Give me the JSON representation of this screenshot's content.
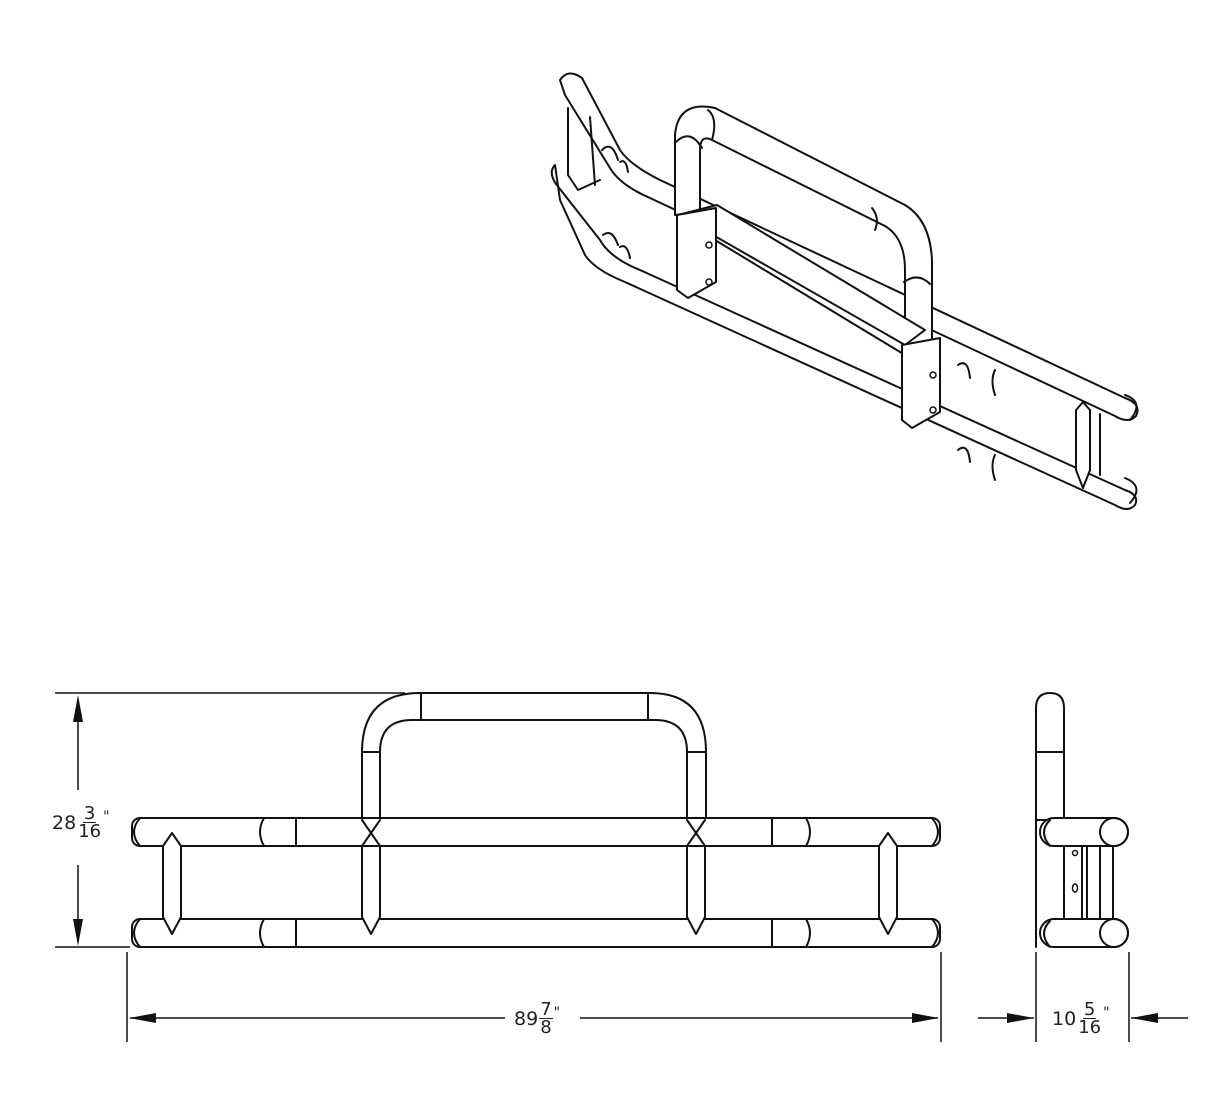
{
  "drawing": {
    "subject": "Truck front grille guard (deer guard) bumper",
    "views": [
      {
        "name": "isometric-view",
        "label": ""
      },
      {
        "name": "front-view",
        "label": ""
      },
      {
        "name": "side-view",
        "label": ""
      }
    ],
    "line_color": "#111111",
    "background": "#ffffff"
  },
  "dimensions": {
    "height": {
      "whole": "28",
      "numerator": "3",
      "denominator": "16",
      "unit": "\"",
      "value_in": 28.1875
    },
    "width": {
      "whole": "89",
      "numerator": "7",
      "denominator": "8",
      "unit": "\"",
      "value_in": 89.875
    },
    "depth": {
      "whole": "10",
      "numerator": "5",
      "denominator": "16",
      "unit": "\"",
      "value_in": 10.3125
    }
  }
}
